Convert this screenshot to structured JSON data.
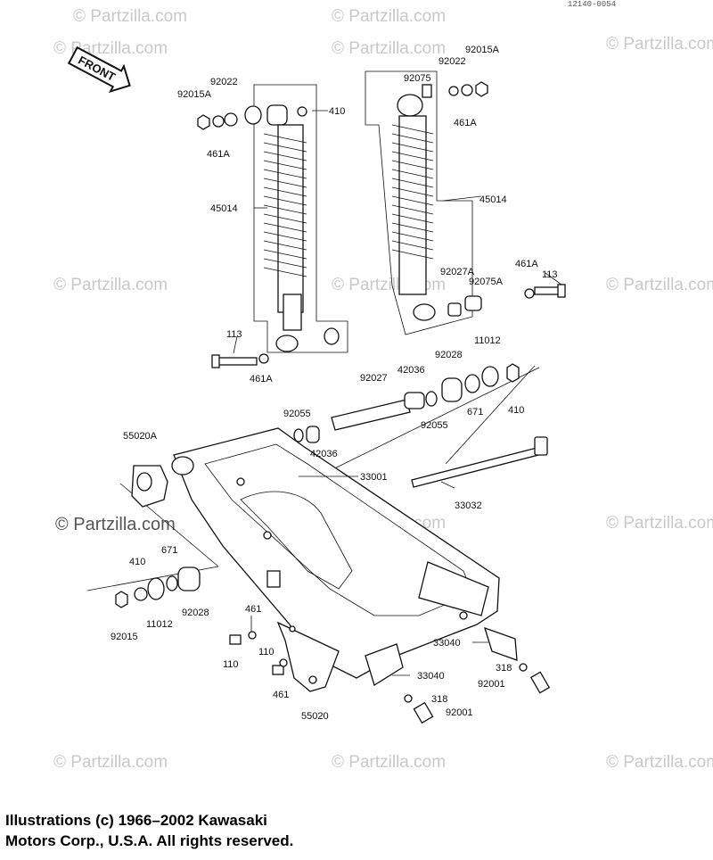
{
  "diagram": {
    "ref_code": "12140-0054",
    "front_label": "FRONT",
    "watermark": "© Partzilla.com",
    "watermark_dark": "© Partzilla.com",
    "parts": [
      {
        "id": "lbl-92015A-l",
        "text": "92015A"
      },
      {
        "id": "lbl-92022-l",
        "text": "92022"
      },
      {
        "id": "lbl-461A-l",
        "text": "461A"
      },
      {
        "id": "lbl-410-l",
        "text": "410"
      },
      {
        "id": "lbl-45014-l",
        "text": "45014"
      },
      {
        "id": "lbl-113-l",
        "text": "113"
      },
      {
        "id": "lbl-461A-bl",
        "text": "461A"
      },
      {
        "id": "lbl-92075",
        "text": "92075"
      },
      {
        "id": "lbl-92022-r",
        "text": "92022"
      },
      {
        "id": "lbl-92015A-r",
        "text": "92015A"
      },
      {
        "id": "lbl-461A-r",
        "text": "461A"
      },
      {
        "id": "lbl-45014-r",
        "text": "45014"
      },
      {
        "id": "lbl-92027A",
        "text": "92027A"
      },
      {
        "id": "lbl-92075A",
        "text": "92075A"
      },
      {
        "id": "lbl-461A-rr",
        "text": "461A"
      },
      {
        "id": "lbl-113-r",
        "text": "113"
      },
      {
        "id": "lbl-92027",
        "text": "92027"
      },
      {
        "id": "lbl-42036-t",
        "text": "42036"
      },
      {
        "id": "lbl-92028-t",
        "text": "92028"
      },
      {
        "id": "lbl-11012-t",
        "text": "11012"
      },
      {
        "id": "lbl-92055-l",
        "text": "92055"
      },
      {
        "id": "lbl-92055-r",
        "text": "92055"
      },
      {
        "id": "lbl-671-t",
        "text": "671"
      },
      {
        "id": "lbl-410-t",
        "text": "410"
      },
      {
        "id": "lbl-42036-b",
        "text": "42036"
      },
      {
        "id": "lbl-55020A",
        "text": "55020A"
      },
      {
        "id": "lbl-33001",
        "text": "33001"
      },
      {
        "id": "lbl-33032",
        "text": "33032"
      },
      {
        "id": "lbl-410-b",
        "text": "410"
      },
      {
        "id": "lbl-671-b",
        "text": "671"
      },
      {
        "id": "lbl-92015",
        "text": "92015"
      },
      {
        "id": "lbl-11012-b",
        "text": "11012"
      },
      {
        "id": "lbl-92028-b",
        "text": "92028"
      },
      {
        "id": "lbl-461-t",
        "text": "461"
      },
      {
        "id": "lbl-110-a",
        "text": "110"
      },
      {
        "id": "lbl-110-b",
        "text": "110"
      },
      {
        "id": "lbl-461-b",
        "text": "461"
      },
      {
        "id": "lbl-55020",
        "text": "55020"
      },
      {
        "id": "lbl-33040-l",
        "text": "33040"
      },
      {
        "id": "lbl-318-l",
        "text": "318"
      },
      {
        "id": "lbl-92001-l",
        "text": "92001"
      },
      {
        "id": "lbl-33040-r",
        "text": "33040"
      },
      {
        "id": "lbl-318-r",
        "text": "318"
      },
      {
        "id": "lbl-92001-r",
        "text": "92001"
      }
    ]
  },
  "copyright": {
    "line1": "Illustrations (c) 1966–2002 Kawasaki",
    "line2": "Motors Corp., U.S.A.  All rights reserved."
  }
}
